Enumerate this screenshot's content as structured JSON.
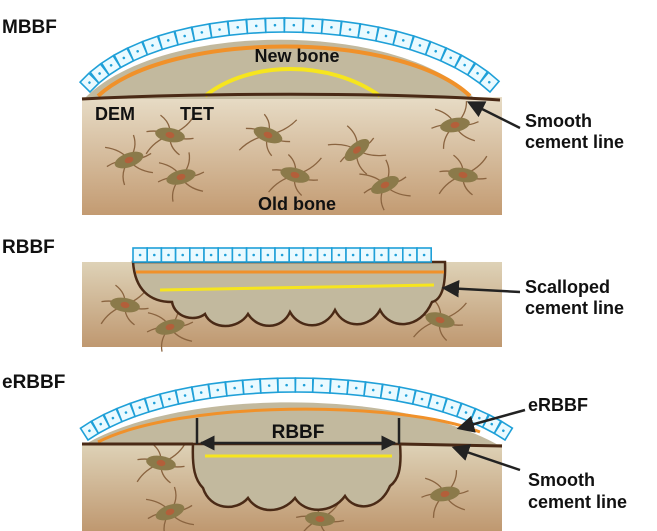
{
  "colors": {
    "lining_fill": "#eafaff",
    "lining_stroke": "#1fa0d8",
    "new_bone": "#c2b99e",
    "dem_line": "#f0912a",
    "tet_line": "#f6e51e",
    "cement_line": "#4a2a16",
    "old_bone_top": "#e7dcc6",
    "old_bone_bottom": "#c39b72",
    "cell_fill": "#8b7a4a",
    "cell_nucleus": "#b35f3a",
    "process_line": "#8a6440",
    "arrow": "#222222"
  },
  "panels": [
    {
      "id": "mbbf",
      "title": "MBBF",
      "labels": {
        "new_bone": "New bone",
        "dem": "DEM",
        "tet": "TET",
        "old_bone": "Old bone"
      },
      "callout": [
        "Smooth",
        "cement line"
      ]
    },
    {
      "id": "rbbf",
      "title": "RBBF",
      "callout": [
        "Scalloped",
        "cement line"
      ]
    },
    {
      "id": "erbbf",
      "title": "eRBBF",
      "inner_label": "RBBF",
      "callout_top": "eRBBF",
      "callout": [
        "Smooth",
        "cement line"
      ]
    }
  ]
}
